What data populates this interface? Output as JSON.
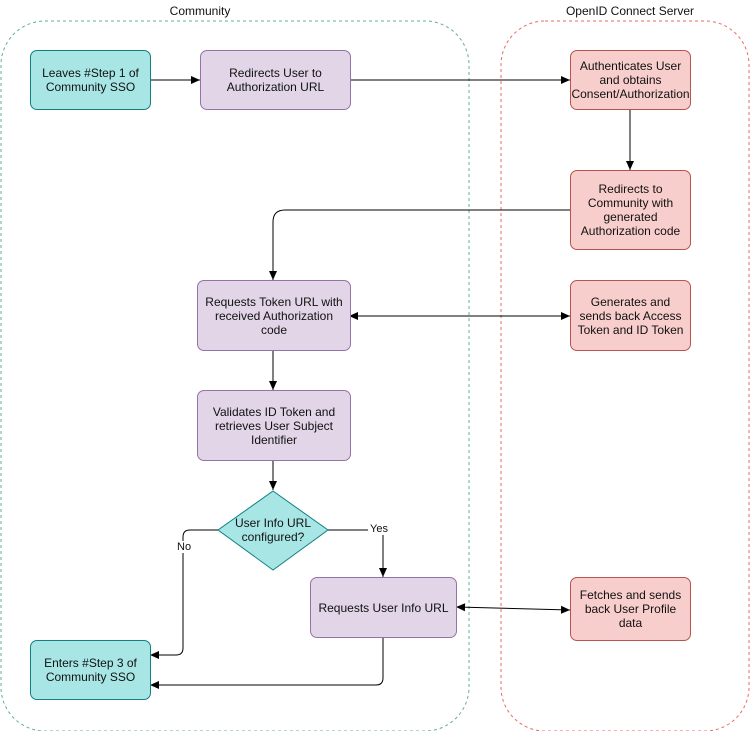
{
  "lanes": {
    "community": "Community",
    "server": "OpenID Connect Server"
  },
  "nodes": {
    "leaves_step1": "Leaves #Step 1 of\nCommunity SSO",
    "redirects_auth_url": "Redirects User to\nAuthorization URL",
    "authenticates_user": "Authenticates User\nand obtains\nConsent/Authorization",
    "redirects_community": "Redirects to\nCommunity with\ngenerated\nAuthorization code",
    "requests_token": "Requests Token URL with\nreceived Authorization code",
    "generates_tokens": "Generates and\nsends back Access\nToken and ID Token",
    "validates_token": "Validates ID Token and\nretrieves User Subject\nIdentifier",
    "user_info_decision": "User Info URL\nconfigured?",
    "requests_user_info": "Requests User Info URL",
    "fetches_profile": "Fetches and sends\nback User Profile\ndata",
    "enters_step3": "Enters #Step 3 of\nCommunity SSO"
  },
  "edges": {
    "yes_label": "Yes",
    "no_label": "No"
  },
  "colors": {
    "teal_fill": "#a8e6e6",
    "purple_fill": "#e1d5e7",
    "red_fill": "#f8cecc",
    "community_lane_border": "#67ab9f",
    "server_lane_border": "#ea6b66"
  }
}
